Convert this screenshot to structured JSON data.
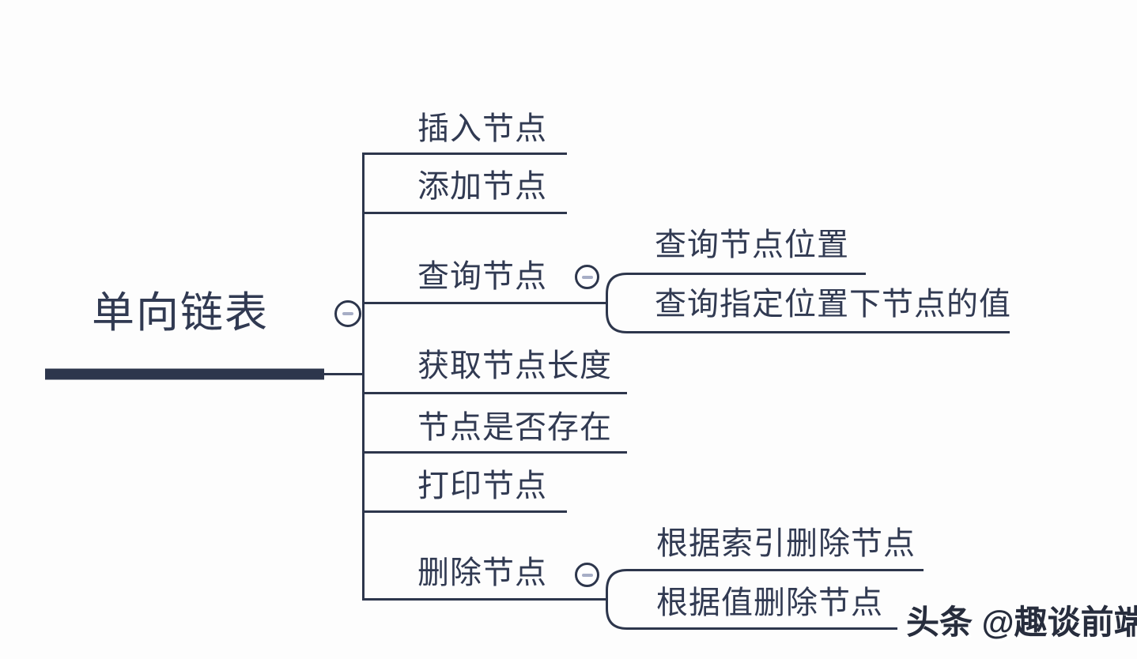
{
  "app": {
    "type": "mindmap",
    "background_color": "#fdfdfd",
    "line_color": "#2d364c",
    "text_color": "#313a52",
    "collapse_dash_color": "#a7aec6"
  },
  "mindmap": {
    "root": {
      "label": "单向链表"
    },
    "branches": [
      {
        "label": "插入节点"
      },
      {
        "label": "添加节点"
      },
      {
        "label": "查询节点",
        "collapse_icon": "minus",
        "children": [
          {
            "label": "查询节点位置"
          },
          {
            "label": "查询指定位置下节点的值"
          }
        ]
      },
      {
        "label": "获取节点长度"
      },
      {
        "label": "节点是否存在"
      },
      {
        "label": "打印节点"
      },
      {
        "label": "删除节点",
        "collapse_icon": "minus",
        "children": [
          {
            "label": "根据索引删除节点"
          },
          {
            "label": "根据值删除节点"
          }
        ]
      }
    ],
    "root_collapse_icon": "minus"
  },
  "watermark": {
    "text": "头条 @趣谈前端"
  }
}
